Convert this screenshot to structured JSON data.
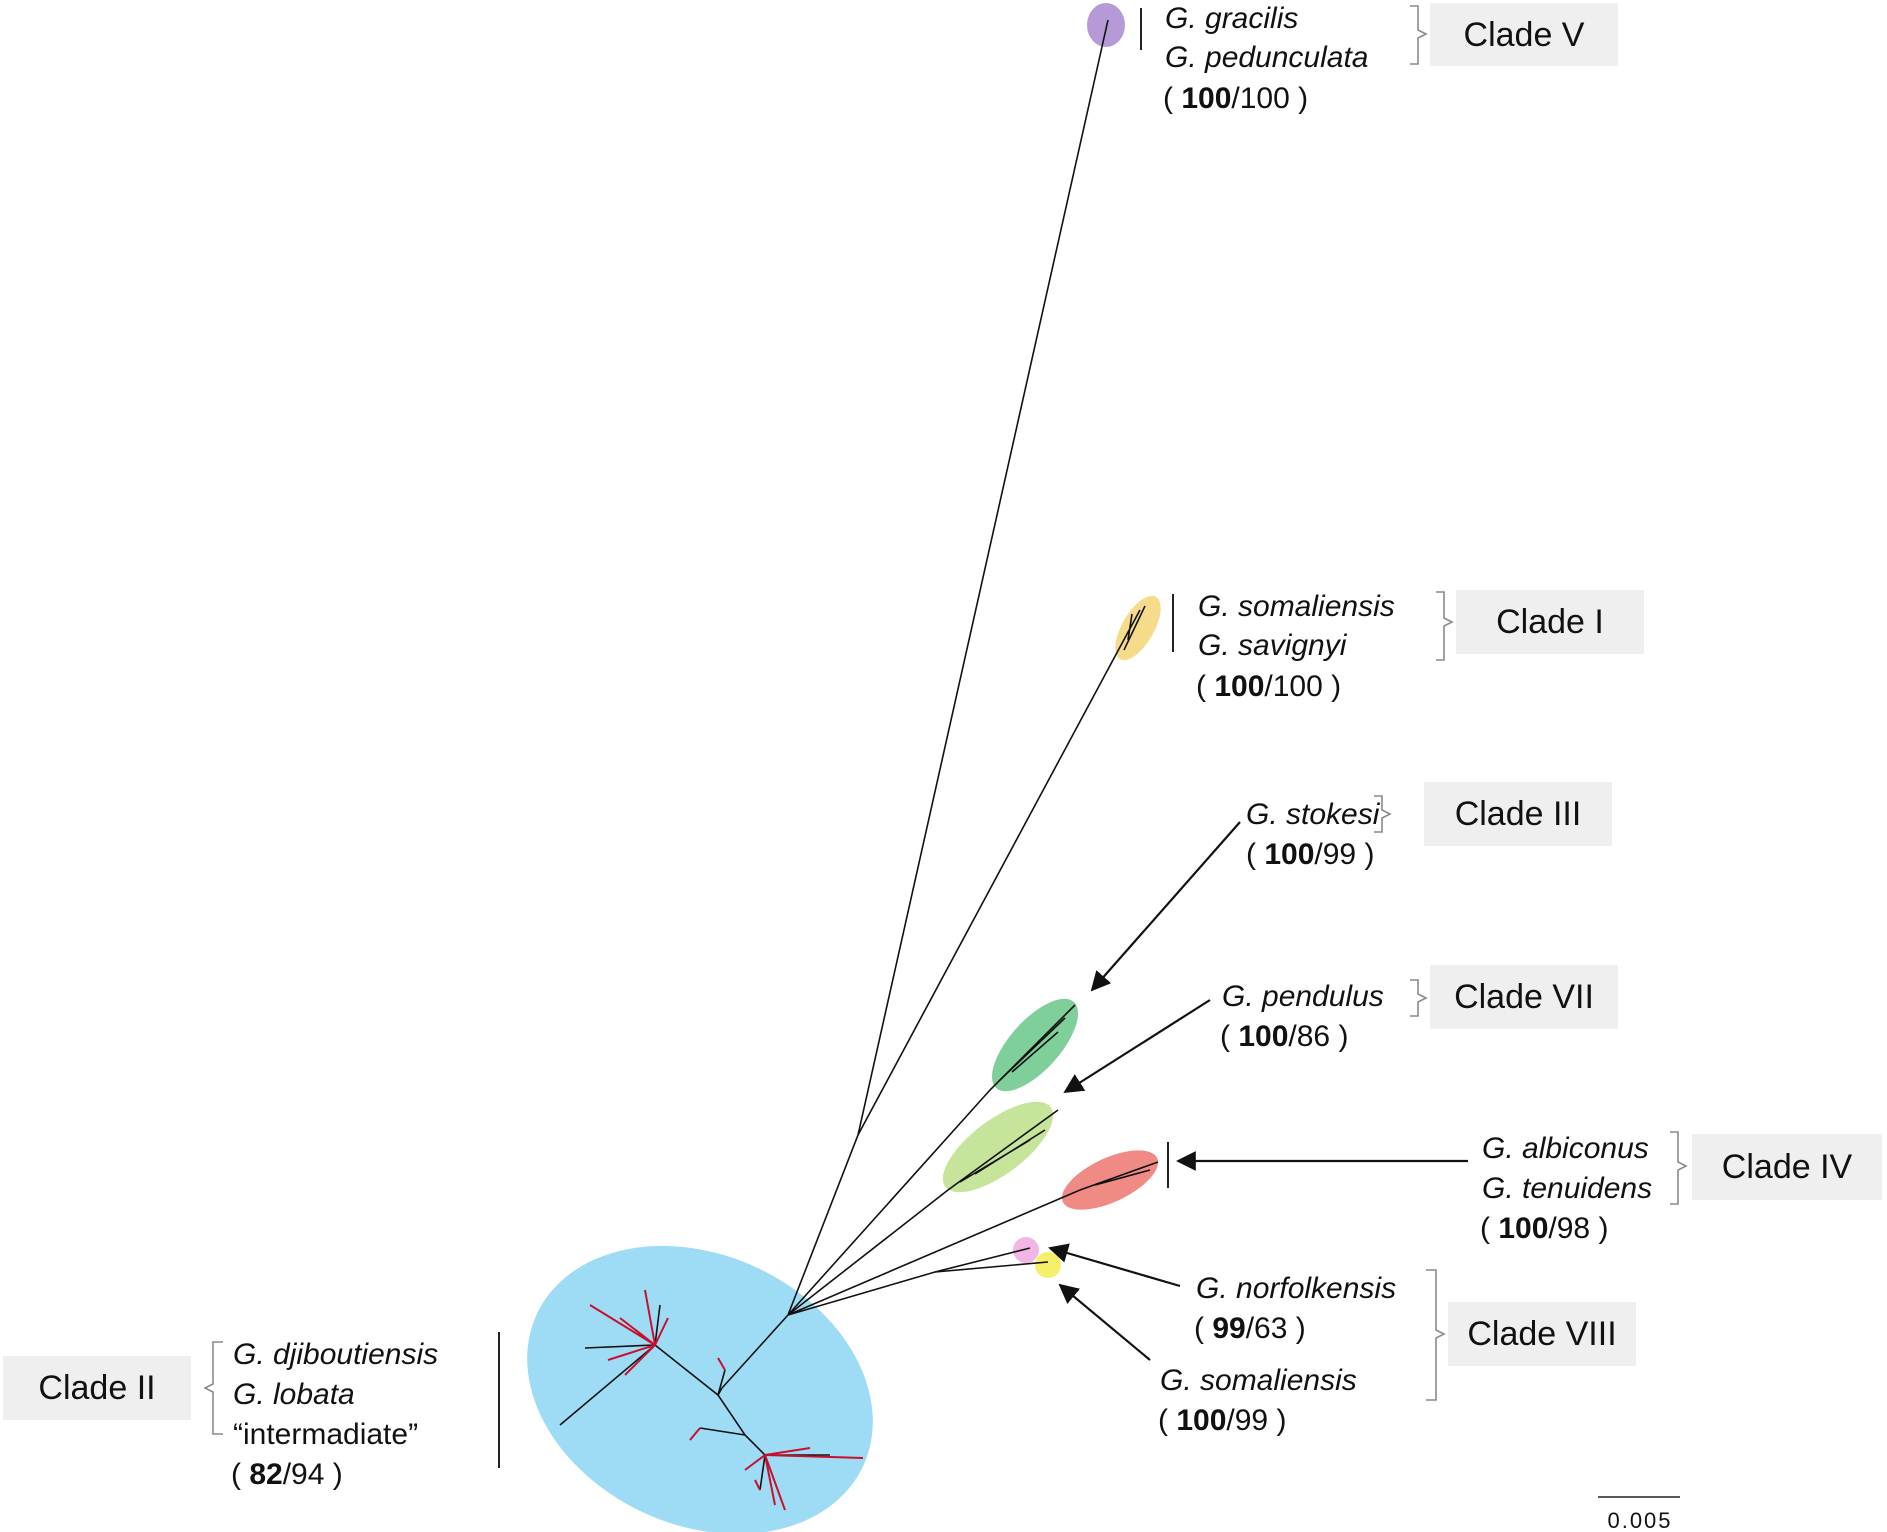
{
  "colors": {
    "clade_ii": "#9edcf5",
    "clade_v": "#b69ad8",
    "clade_i": "#f6dc8a",
    "clade_iii": "#7fcf9a",
    "clade_vii": "#c6e49a",
    "clade_iv": "#f08a84",
    "clade_viii_a": "#f2b6e4",
    "clade_viii_b": "#f5f06a",
    "branch_red": "#c8102e"
  },
  "clades": {
    "v": {
      "label": "Clade V",
      "taxa": [
        "G. gracilis",
        "G. pedunculata"
      ],
      "support": {
        "open": "( ",
        "bold": "100",
        "rest": "/100",
        "close": " )"
      }
    },
    "i": {
      "label": "Clade I",
      "taxa": [
        "G. somaliensis",
        "G. savignyi"
      ],
      "support": {
        "open": "( ",
        "bold": "100",
        "rest": "/100",
        "close": " )"
      }
    },
    "iii": {
      "label": "Clade III",
      "taxa": [
        "G. stokesi"
      ],
      "support": {
        "open": "( ",
        "bold": "100",
        "rest": "/99",
        "close": " )"
      }
    },
    "vii": {
      "label": "Clade VII",
      "taxa": [
        "G. pendulus"
      ],
      "support": {
        "open": "( ",
        "bold": "100",
        "rest": "/86",
        "close": " )"
      }
    },
    "iv": {
      "label": "Clade IV",
      "taxa": [
        "G. albiconus",
        "G. tenuidens"
      ],
      "support": {
        "open": "( ",
        "bold": "100",
        "rest": "/98",
        "close": " )"
      }
    },
    "viii": {
      "label": "Clade VIII",
      "taxa": [
        "G. norfolkensis",
        "G. somaliensis"
      ],
      "support_a": {
        "open": "( ",
        "bold": "99",
        "rest": "/63",
        "close": " )"
      },
      "support_b": {
        "open": "( ",
        "bold": "100",
        "rest": "/99",
        "close": " )"
      }
    },
    "ii": {
      "label": "Clade II",
      "taxa": [
        "G. djiboutiensis",
        "G. lobata"
      ],
      "extra": "“intermadiate”",
      "support": {
        "open": "( ",
        "bold": "82",
        "rest": "/94",
        "close": " )"
      }
    }
  },
  "scale_bar": {
    "label": "0.005"
  }
}
